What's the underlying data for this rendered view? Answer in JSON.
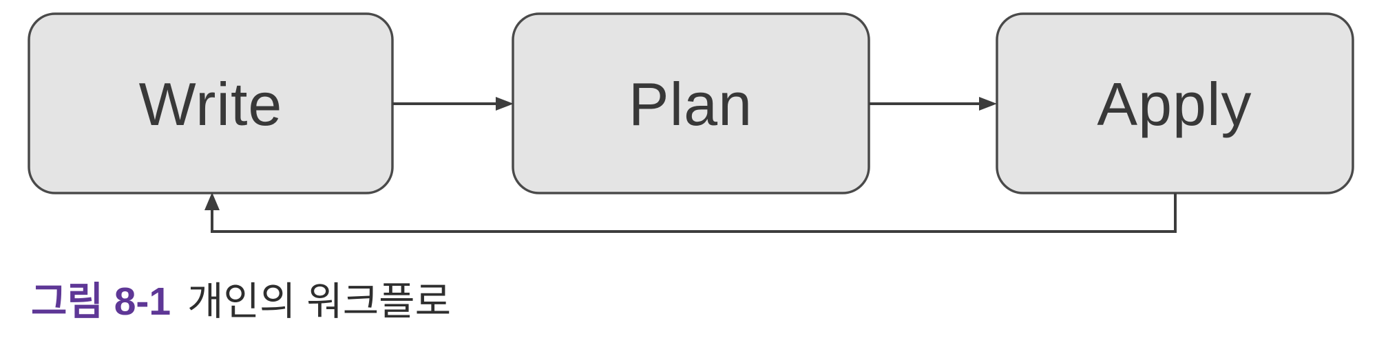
{
  "diagram": {
    "type": "flowchart",
    "nodes": [
      {
        "id": "write",
        "label": "Write"
      },
      {
        "id": "plan",
        "label": "Plan"
      },
      {
        "id": "apply",
        "label": "Apply"
      }
    ],
    "edges": [
      {
        "from": "Write",
        "to": "Plan",
        "direction": "right"
      },
      {
        "from": "Plan",
        "to": "Apply",
        "direction": "right"
      },
      {
        "from": "Apply",
        "to": "Write",
        "direction": "feedback-loop-bottom"
      }
    ],
    "colors": {
      "node_fill": "#e4e4e4",
      "node_border": "#4a4a4a",
      "node_text": "#383838",
      "arrow": "#3d3d3d"
    }
  },
  "caption": {
    "figure_label": "그림 8-1",
    "text": "개인의 워크플로",
    "label_color": "#5e3796",
    "text_color": "#2e2e2e"
  }
}
